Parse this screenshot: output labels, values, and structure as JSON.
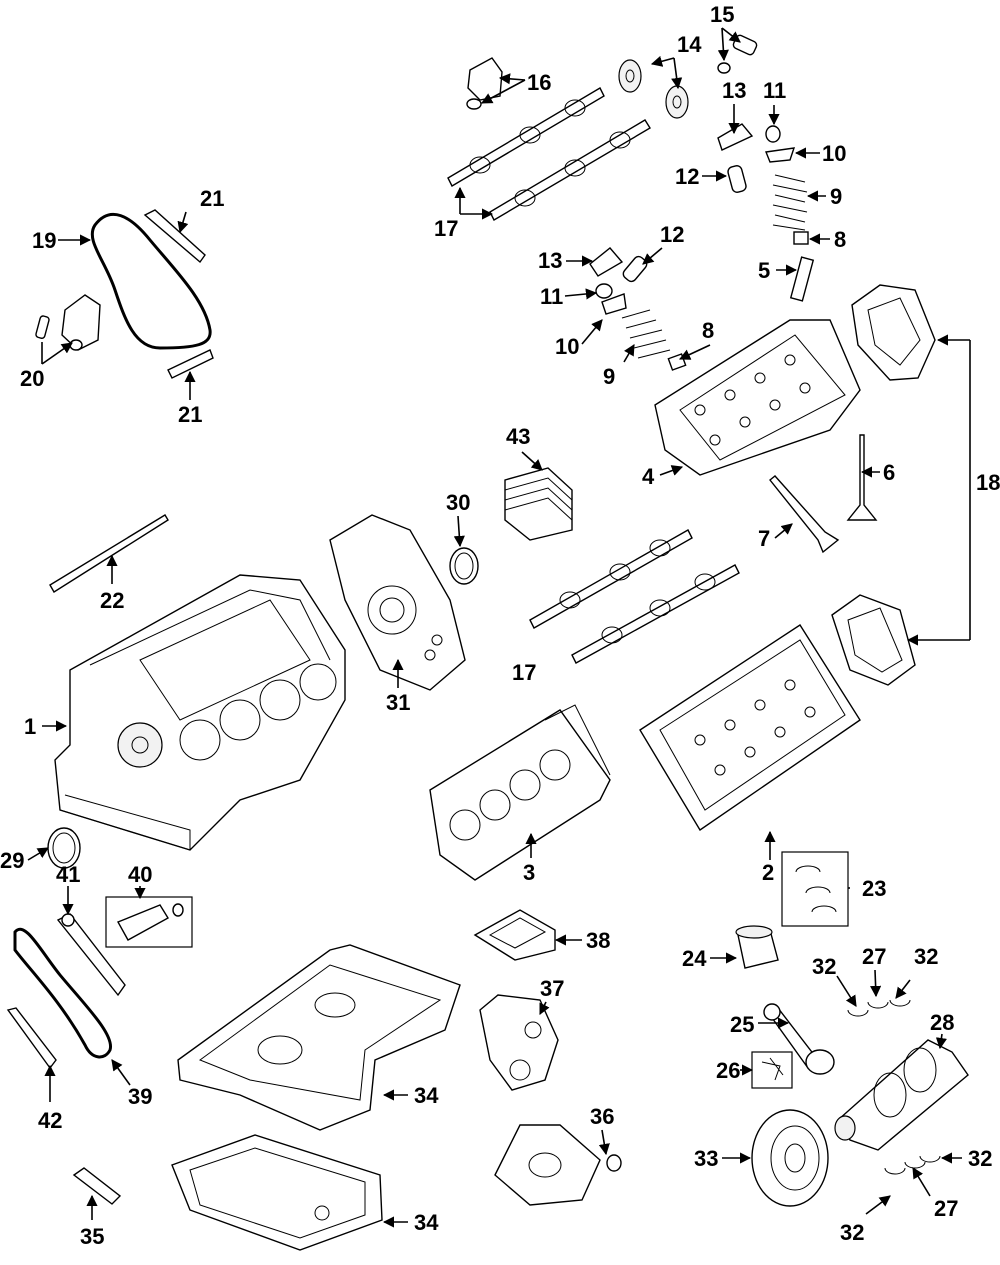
{
  "colors": {
    "line": "#000000",
    "background": "#ffffff"
  },
  "callouts": {
    "c1": "1",
    "c2": "2",
    "c3": "3",
    "c4": "4",
    "c5": "5",
    "c6": "6",
    "c7": "7",
    "c8a": "8",
    "c8b": "8",
    "c9a": "9",
    "c9b": "9",
    "c10a": "10",
    "c10b": "10",
    "c11a": "11",
    "c11b": "11",
    "c12a": "12",
    "c12b": "12",
    "c13a": "13",
    "c13b": "13",
    "c14": "14",
    "c15": "15",
    "c16": "16",
    "c17a": "17",
    "c17b": "17",
    "c18": "18",
    "c19": "19",
    "c20": "20",
    "c21a": "21",
    "c21b": "21",
    "c22": "22",
    "c23": "23",
    "c24": "24",
    "c25": "25",
    "c26": "26",
    "c27a": "27",
    "c27b": "27",
    "c28": "28",
    "c29": "29",
    "c30": "30",
    "c31": "31",
    "c32a": "32",
    "c32b": "32",
    "c32c": "32",
    "c32d": "32",
    "c33": "33",
    "c34a": "34",
    "c34b": "34",
    "c35": "35",
    "c36": "36",
    "c37": "37",
    "c38": "38",
    "c39": "39",
    "c40": "40",
    "c41": "41",
    "c42": "42",
    "c43": "43"
  }
}
